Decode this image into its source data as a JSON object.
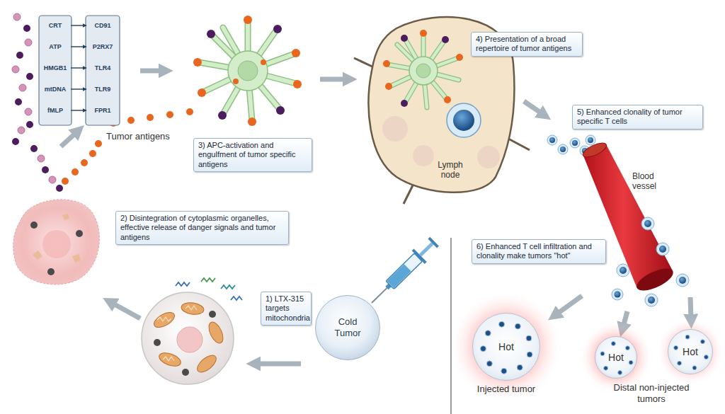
{
  "diagram": {
    "nodes": [
      {
        "text": [
          "CRT"
        ]
      },
      {
        "text": [
          "CD91"
        ]
      },
      {
        "text": [
          "ATP"
        ]
      },
      {
        "text": [
          "P2RX7"
        ]
      },
      {
        "text": [
          "HMGB1"
        ]
      },
      {
        "text": [
          "TLR4"
        ]
      },
      {
        "text": [
          "mtDNA"
        ]
      },
      {
        "text": [
          "TLR9"
        ]
      },
      {
        "text": [
          "fMLP"
        ]
      },
      {
        "text": [
          "FPR1"
        ]
      },
      {
        "text": [
          "3) APC-activation and engulfment of tumor specific antigens"
        ]
      },
      {
        "text": [
          "4) Presentation of a broad repertoire of tumor antigens"
        ]
      },
      {
        "text": [
          "5) Enhanced clonality of tumor specific T cells"
        ]
      },
      {
        "text": [
          "2) Disintegration of cytoplasmic organelles, effective release of danger signals and tumor antigens"
        ]
      },
      {
        "text": [
          "6) Enhanced T cell infiltration and clonality make tumors \"hot\""
        ]
      },
      {
        "text": [
          "1) LTX-315 targets mitochondria"
        ]
      },
      {
        "text": [
          "Cold Tumor"
        ]
      },
      {
        "text": [
          "Hot",
          "Injected tumor"
        ]
      },
      {
        "text": [
          "Hot"
        ]
      },
      {
        "text": [
          "Hot"
        ]
      }
    ],
    "edges": [
      {
        "from": 0,
        "to": 1,
        "arrow": "to"
      },
      {
        "from": 2,
        "to": 3,
        "arrow": "to"
      },
      {
        "from": 4,
        "to": 5,
        "arrow": "to"
      },
      {
        "from": 6,
        "to": 7,
        "arrow": "to"
      },
      {
        "from": 8,
        "to": 9,
        "arrow": "to"
      }
    ],
    "labels": [
      "Tumor antigens",
      "Lymph node",
      "Blood vessel",
      "Distal non-injected tumors"
    ]
  }
}
